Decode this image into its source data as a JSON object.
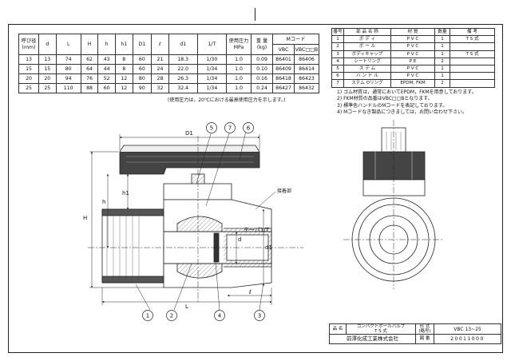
{
  "dimension_table": {
    "headers": [
      "呼び径 (mm)",
      "d",
      "L",
      "H",
      "h",
      "h1",
      "D1",
      "ℓ",
      "d1",
      "1/T",
      "使用圧力 MPa",
      "重 量 (kg)",
      "VBC",
      "VBC□□B"
    ],
    "mcode_header": "Mコード",
    "rows": [
      [
        "13",
        "13",
        "74",
        "62",
        "43",
        "8",
        "60",
        "21",
        "18.3",
        "1/30",
        "1.0",
        "0.09",
        "86401",
        "86406"
      ],
      [
        "15",
        "15",
        "80",
        "64",
        "44",
        "8",
        "60",
        "24",
        "22.0",
        "1/34",
        "1.0",
        "0.10",
        "86409",
        "86414"
      ],
      [
        "20",
        "20",
        "94",
        "76",
        "52",
        "12",
        "80",
        "28",
        "26.3",
        "1/34",
        "1.0",
        "0.16",
        "86418",
        "86423"
      ],
      [
        "25",
        "25",
        "110",
        "88",
        "60",
        "12",
        "90",
        "32",
        "32.4",
        "1/34",
        "1.0",
        "0.24",
        "86427",
        "86432"
      ]
    ],
    "footnote": "(使用圧力は，20℃における最高使用圧力を示します。)"
  },
  "parts_table": {
    "headers": [
      "番号",
      "部 品 名 称",
      "材 質",
      "数量",
      "備 考"
    ],
    "rows": [
      [
        "1",
        "ボ デ ィ",
        "P V C",
        "1",
        "T S 式"
      ],
      [
        "2",
        "ボ ー ル",
        "P V C",
        "1",
        ""
      ],
      [
        "3",
        "ボディキャップ",
        "P V C",
        "1",
        "T S 式"
      ],
      [
        "4",
        "シートリング",
        "P E",
        "2",
        ""
      ],
      [
        "5",
        "ス テ ム",
        "P V C",
        "1",
        ""
      ],
      [
        "6",
        "ハ ン ド ル",
        "P V C",
        "1",
        ""
      ],
      [
        "7",
        "ステム Oリング",
        "EPDM, FKM",
        "2",
        ""
      ]
    ]
  },
  "notes": [
    "1) ゴム材質は，通常においてEPDM，FKMを用意しております。",
    "2) FKM材質の品番はVBC□□Bとなります。",
    "3) 標準色ハンドルのMコードを表記しております。",
    "4) Mコードなき製品につきましては，お問い合わせ下さい。"
  ],
  "drawing": {
    "labels": {
      "D1": "D1",
      "H": "H",
      "h": "h",
      "h1": "h1",
      "L": "L",
      "ell": "ℓ",
      "d": "d",
      "d1": "d1",
      "taper": "テーパ1/T",
      "adhesive": "接着部"
    },
    "balloons": [
      "1",
      "2",
      "3",
      "4",
      "5",
      "6",
      "7"
    ]
  },
  "title_block": {
    "name_label": "品 名",
    "product_name": "コンパクトボールバルブ",
    "product_sub": "T S 式",
    "model_label": "形 式 (略号)",
    "model": "VBC 13~25",
    "company": "前澤化成工業株式会社",
    "code_label": "図 番",
    "drawing_no": "20011000"
  }
}
